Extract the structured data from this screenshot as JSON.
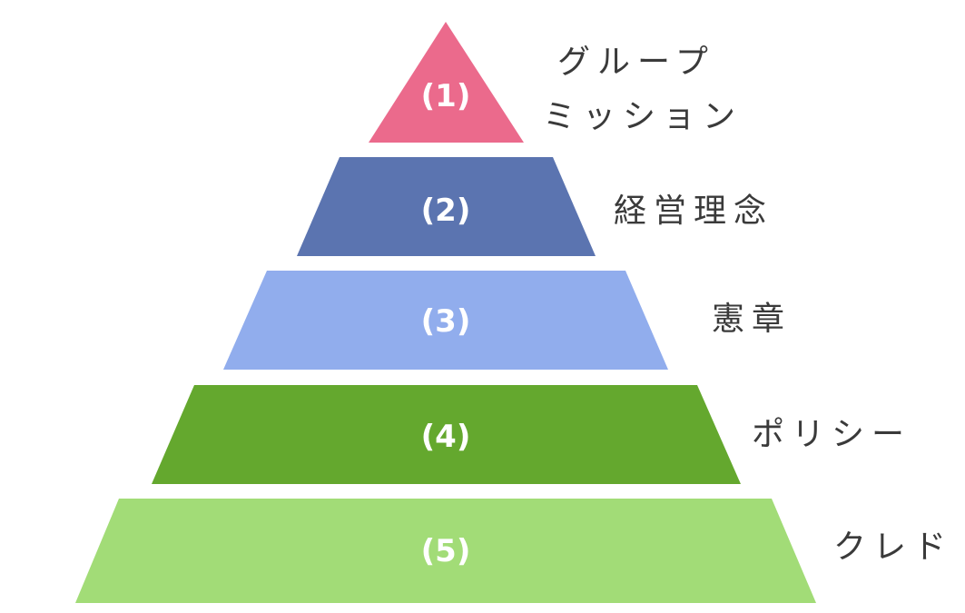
{
  "levels": [
    {
      "number": "(1)",
      "label_lines": [
        "グループ",
        "ミッション"
      ],
      "color": "#eb6a8c"
    },
    {
      "number": "(2)",
      "label_lines": [
        "経営理念"
      ],
      "color": "#5b74b0"
    },
    {
      "number": "(3)",
      "label_lines": [
        "憲章"
      ],
      "color": "#91aded"
    },
    {
      "number": "(4)",
      "label_lines": [
        "ポリシー"
      ],
      "color": "#64a82e"
    },
    {
      "number": "(5)",
      "label_lines": [
        "クレド"
      ],
      "color": "#a2dc77"
    }
  ]
}
